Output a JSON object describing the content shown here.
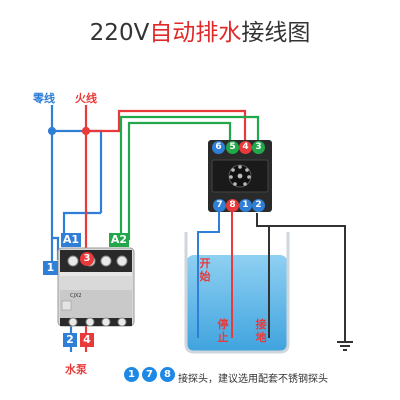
{
  "title": {
    "part1": "220V",
    "part2": "自动排水",
    "part3": "接线图"
  },
  "wires": {
    "neutral_label": "零线",
    "live_label": "火线",
    "neutral_color": "#2f7fd6",
    "live_color": "#e83a3a",
    "green_color": "#22a84a",
    "ground_color": "#333333"
  },
  "contactor": {
    "terminal_a1": "A1",
    "terminal_a2": "A2",
    "top_terminal_1": "1",
    "top_terminal_3": "3",
    "bottom_terminal_2": "2",
    "bottom_terminal_4": "4",
    "model": "CJX2",
    "pump_label": "水泵"
  },
  "relay": {
    "top_pins": [
      "6",
      "5",
      "4",
      "3"
    ],
    "bottom_pins": [
      "7",
      "8",
      "1",
      "2"
    ]
  },
  "tank": {
    "water_color": "#5fb8e8",
    "probe_start_label": "开始",
    "probe_stop_label": "停止",
    "probe_ground_label": "接地"
  },
  "footer": {
    "probe_numbers": [
      "1",
      "7",
      "8"
    ],
    "text": "接探头，建议选用配套不锈钢探头"
  }
}
